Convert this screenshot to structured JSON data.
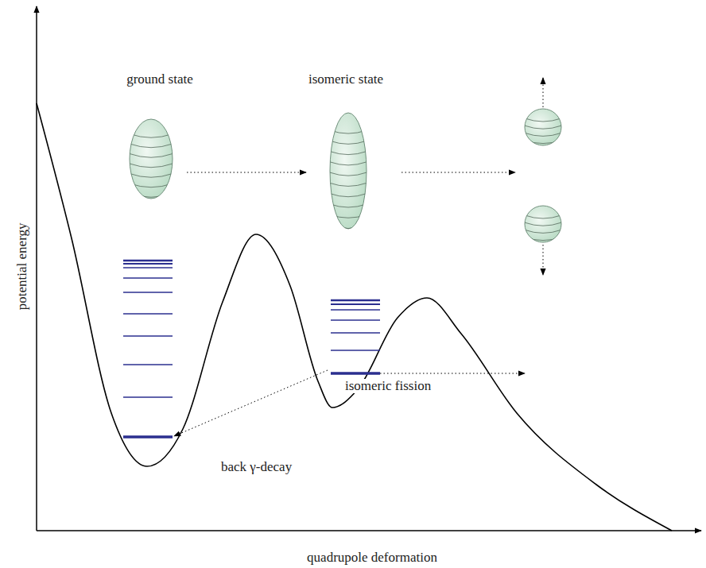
{
  "diagram": {
    "labels": [
      "ground state",
      "isomeric state",
      "potential energy",
      "quadrupole deformation",
      "back γ-decay",
      "isomeric fission"
    ]
  }
}
